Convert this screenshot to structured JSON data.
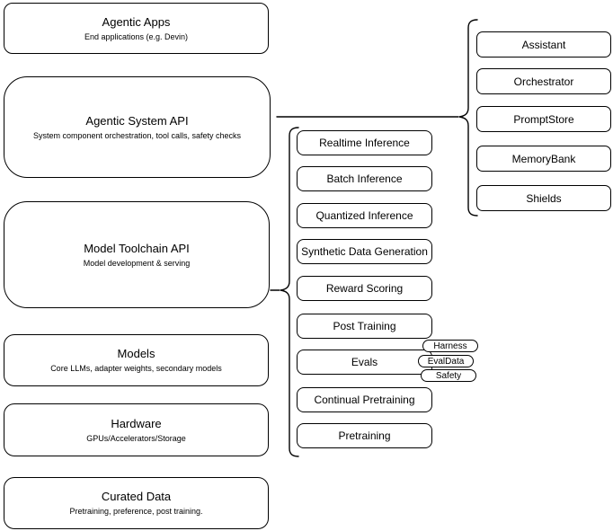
{
  "stack": [
    {
      "title": "Agentic Apps",
      "subtitle": "End applications (e.g. Devin)"
    },
    {
      "title": "Agentic System API",
      "subtitle": "System component orchestration, tool calls, safety checks"
    },
    {
      "title": "Model Toolchain API",
      "subtitle": "Model development & serving"
    },
    {
      "title": "Models",
      "subtitle": "Core LLMs, adapter weights, secondary models"
    },
    {
      "title": "Hardware",
      "subtitle": "GPUs/Accelerators/Storage"
    },
    {
      "title": "Curated Data",
      "subtitle": "Pretraining, preference, post training."
    }
  ],
  "toolchain_services": [
    {
      "label": "Realtime Inference"
    },
    {
      "label": "Batch Inference"
    },
    {
      "label": "Quantized Inference"
    },
    {
      "label": "Synthetic Data Generation"
    },
    {
      "label": "Reward Scoring"
    },
    {
      "label": "Post Training"
    },
    {
      "label": "Evals"
    },
    {
      "label": "Continual Pretraining"
    },
    {
      "label": "Pretraining"
    }
  ],
  "evals_components": [
    {
      "label": "Harness"
    },
    {
      "label": "EvalData"
    },
    {
      "label": "Safety"
    }
  ],
  "system_components": [
    {
      "label": "Assistant"
    },
    {
      "label": "Orchestrator"
    },
    {
      "label": "PromptStore"
    },
    {
      "label": "MemoryBank"
    },
    {
      "label": "Shields"
    }
  ],
  "colors": {
    "stroke": "#000000",
    "fill": "#ffffff",
    "background": "#ffffff",
    "text": "#000000"
  }
}
